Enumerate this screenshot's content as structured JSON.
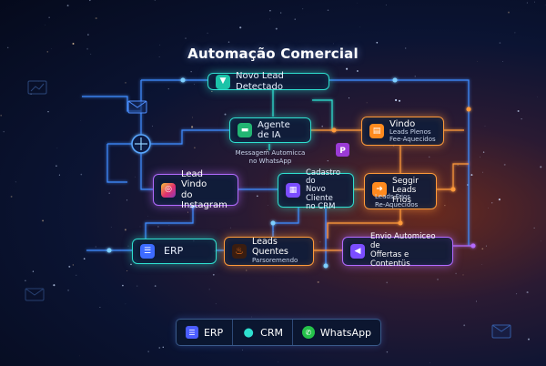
{
  "title": "Automação Comercial",
  "nodes": {
    "novo_lead": {
      "label": "Novo Lead Detectado",
      "icon": "funnel-icon"
    },
    "agente_ia": {
      "label": "Agente de IA",
      "icon": "chat-icon",
      "note_line1": "Messagem Automicca",
      "note_line2": "no WhatsApp"
    },
    "vindo": {
      "label": "Vindo",
      "sub_line1": "Leads Plenos",
      "sub_line2": "Fee-Aquecidos",
      "icon": "clipboard-icon"
    },
    "lead_instagram": {
      "label_line1": "Lead Vindo",
      "label_line2": "do Instagram",
      "icon": "instagram-icon"
    },
    "cadastro": {
      "label_line1": "Cadastro do",
      "label_line2": "Novo Cliente",
      "label_line3": "no CRM",
      "icon": "grid-icon"
    },
    "seggir": {
      "label_line1": "Seggir",
      "label_line2": "Leads Frios",
      "sub_line1": "Leads Frios",
      "sub_line2": "Re-Aquecidos",
      "icon": "arrow-circle-icon"
    },
    "erp": {
      "label": "ERP",
      "icon": "erp-icon"
    },
    "leads_quentes": {
      "label": "Leads Quentes",
      "sub": "Parsoremendo",
      "icon": "fire-icon"
    },
    "envio": {
      "label_line1": "Envio Automiceo de",
      "label_line2": "Offertas e Contentüs",
      "icon": "megaphone-icon"
    }
  },
  "bottom_bar": [
    {
      "label": "ERP",
      "icon": "erp-icon"
    },
    {
      "label": "CRM",
      "icon": "user-icon"
    },
    {
      "label": "WhatsApp",
      "icon": "whatsapp-icon"
    }
  ],
  "colors": {
    "teal": "#2fe0d0",
    "orange": "#ff9a3a",
    "purple": "#b36bff",
    "blue_line": "#3f8cff"
  }
}
